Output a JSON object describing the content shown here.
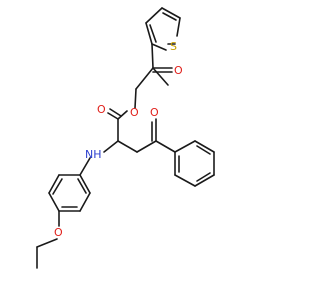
{
  "molecule": {
    "atoms": {
      "O_ester": {
        "label": "O",
        "color": "#e0201b"
      },
      "O_ester_carbonyl": {
        "label": "O",
        "color": "#e0201b"
      },
      "O_ketone_upper": {
        "label": "O",
        "color": "#e0201b"
      },
      "O_ketone_lower": {
        "label": "O",
        "color": "#e0201b"
      },
      "O_ether": {
        "label": "O",
        "color": "#e0201b"
      },
      "N_amine": {
        "label": "NH",
        "color": "#2b3fcf"
      },
      "S_thiophene": {
        "label": "S",
        "color": "#c9a000"
      }
    },
    "bond_color": "#1a1a1a"
  }
}
